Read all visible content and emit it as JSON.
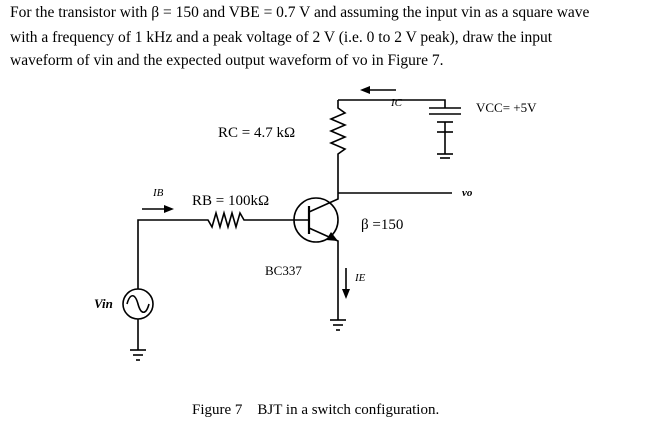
{
  "question": {
    "line1": "For the transistor with β = 150 and VBE = 0.7 V and assuming the input vin as a square wave",
    "line2": "with a frequency of 1 kHz and a peak voltage of 2 V (i.e. 0 to 2 V peak), draw the input",
    "line3": "waveform of vin and the expected output waveform of vo in Figure 7."
  },
  "circuit": {
    "rc_label": "RC = 4.7 kΩ",
    "rb_label": "RB = 100kΩ",
    "beta_label": "β =150",
    "transistor_model": "BC337",
    "vcc_label": "VCC= +5V",
    "vo_label": "vo",
    "vin_label": "Vin",
    "ic_label": "IC",
    "ib_label": "IB",
    "ie_label": "IE"
  },
  "caption": "Figure 7    BJT in a switch configuration."
}
